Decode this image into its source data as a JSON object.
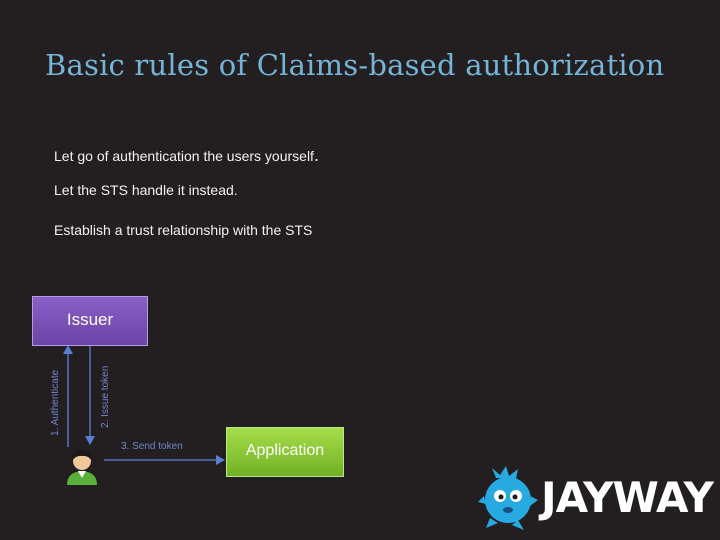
{
  "slide": {
    "title": "Basic rules of Claims-based authorization",
    "bullets": [
      {
        "text": "Let go of authentication the users yourself",
        "end": "."
      },
      {
        "text": "Let the STS handle it instead.",
        "end": ""
      },
      {
        "text": "Establish a trust relationship with the STS",
        "end": ""
      }
    ]
  },
  "diagram": {
    "issuer_label": "Issuer",
    "application_label": "Application",
    "arrow_authenticate": "1. Authenticate",
    "arrow_issue_token": "2. Issue token",
    "arrow_send_token": "3. Send token"
  },
  "logo": {
    "wordmark": "JAYWAY"
  },
  "colors": {
    "background": "#231f20",
    "title": "#74b4d8",
    "issuer": "#7a52b8",
    "application": "#8ccd3a",
    "arrow": "#5a7fd6"
  }
}
